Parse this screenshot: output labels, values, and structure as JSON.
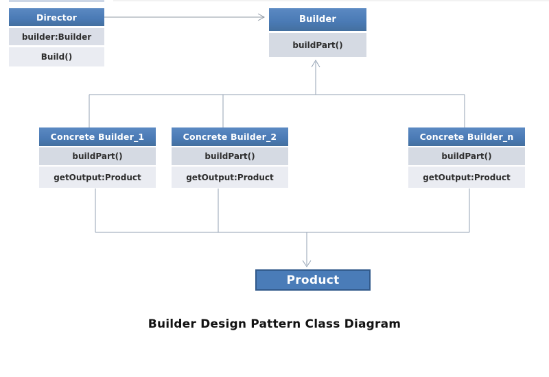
{
  "diagram": {
    "caption": "Builder Design Pattern Class Diagram",
    "classes": {
      "director": {
        "title": "Director",
        "members": [
          "builder:Builder",
          "Build()"
        ]
      },
      "builder": {
        "title": "Builder",
        "members": [
          "buildPart()"
        ]
      },
      "concrete_builder_1": {
        "title": "Concrete Builder_1",
        "members": [
          "buildPart()",
          "getOutput:Product"
        ]
      },
      "concrete_builder_2": {
        "title": "Concrete Builder_2",
        "members": [
          "buildPart()",
          "getOutput:Product"
        ]
      },
      "concrete_builder_n": {
        "title": "Concrete Builder_n",
        "members": [
          "buildPart()",
          "getOutput:Product"
        ]
      },
      "product": {
        "title": "Product"
      }
    },
    "relations": [
      "Director -> Builder",
      "Concrete Builder_1 -> Builder",
      "Concrete Builder_2 -> Builder",
      "Concrete Builder_n -> Builder",
      "Concrete Builders -> Product"
    ],
    "colors": {
      "header_blue": "#4a7ab5",
      "product_fill": "#4a7cb8",
      "product_border": "#31598a",
      "member_row_dark": "#d5dae3",
      "member_row_light": "#eaecf2",
      "connector_line": "#93a1b3",
      "member_text": "#2e2e2e"
    }
  }
}
